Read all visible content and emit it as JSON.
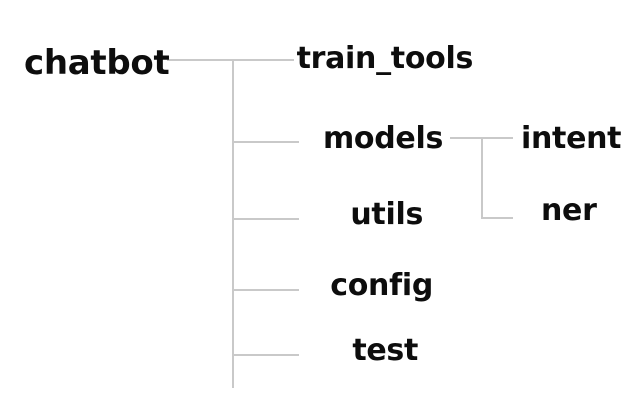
{
  "diagram": {
    "type": "directory-tree",
    "background_color": "#ffffff",
    "line_color": "#c9c9c9",
    "text_color": "#0d0d0d",
    "root": {
      "name": "chatbot"
    },
    "children": [
      {
        "name": "train_tools",
        "children": []
      },
      {
        "name": "models",
        "children": [
          {
            "name": "intent"
          },
          {
            "name": "ner"
          }
        ]
      },
      {
        "name": "utils",
        "children": []
      },
      {
        "name": "config",
        "children": []
      },
      {
        "name": "test",
        "children": []
      }
    ],
    "labels": {
      "chatbot": "chatbot",
      "train_tools": "train_tools",
      "models": "models",
      "utils": "utils",
      "config": "config",
      "test": "test",
      "intent": "intent",
      "ner": "ner"
    }
  }
}
